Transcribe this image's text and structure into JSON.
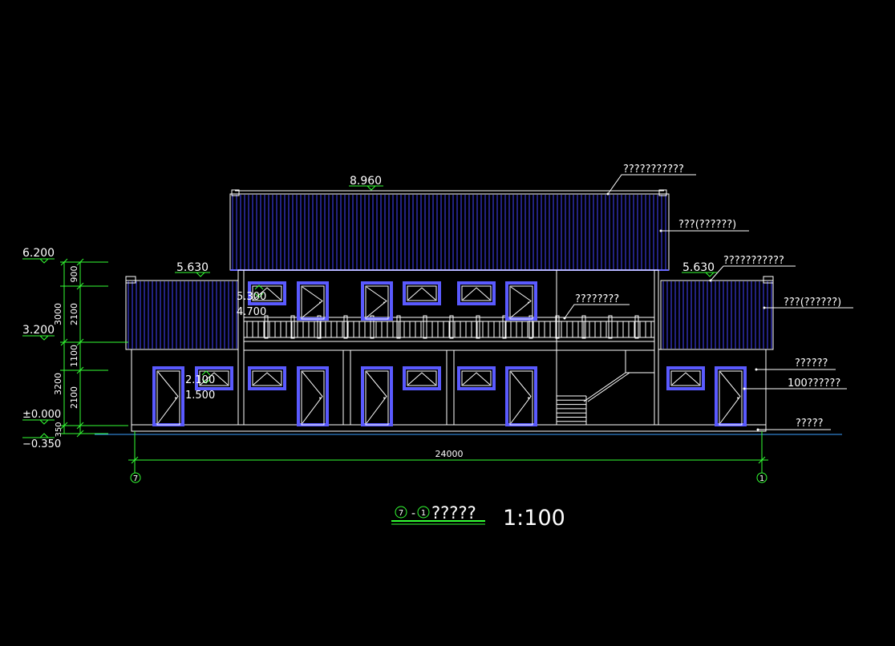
{
  "levels": {
    "top_ridge": "8.960",
    "left_eave": "5.630",
    "right_eave": "5.630",
    "left_top": "6.200",
    "left_mid": "3.200",
    "left_zero": "±0.000",
    "left_ground": "−0.350",
    "win_upper_top": "5.300",
    "win_upper_bottom": "4.700",
    "win_lower_top": "2.100",
    "win_lower_bottom": "1.500"
  },
  "dimensions": {
    "d3000": "3000",
    "d900": "900",
    "d2100a": "2100",
    "d3200": "3200",
    "d1100": "1100",
    "d2100b": "2100",
    "d350": "350",
    "total_width": "24000"
  },
  "notes": {
    "n1": "???????????",
    "n2": "???(??????)",
    "n3": "???????????",
    "n4": "???(??????)",
    "n5": "????????",
    "n6": "??????",
    "n7": "100??????",
    "n8": "?????"
  },
  "axes": {
    "left": "7",
    "right": "1"
  },
  "title": {
    "axis_from": "7",
    "dash": "-",
    "axis_to": "1",
    "text": "?????",
    "scale": "1:100"
  },
  "colors": {
    "background": "#000000",
    "outline": "#ffffff",
    "roof": "#3a3ad6",
    "dimension": "#33ff33",
    "trim": "#5a5aff"
  }
}
